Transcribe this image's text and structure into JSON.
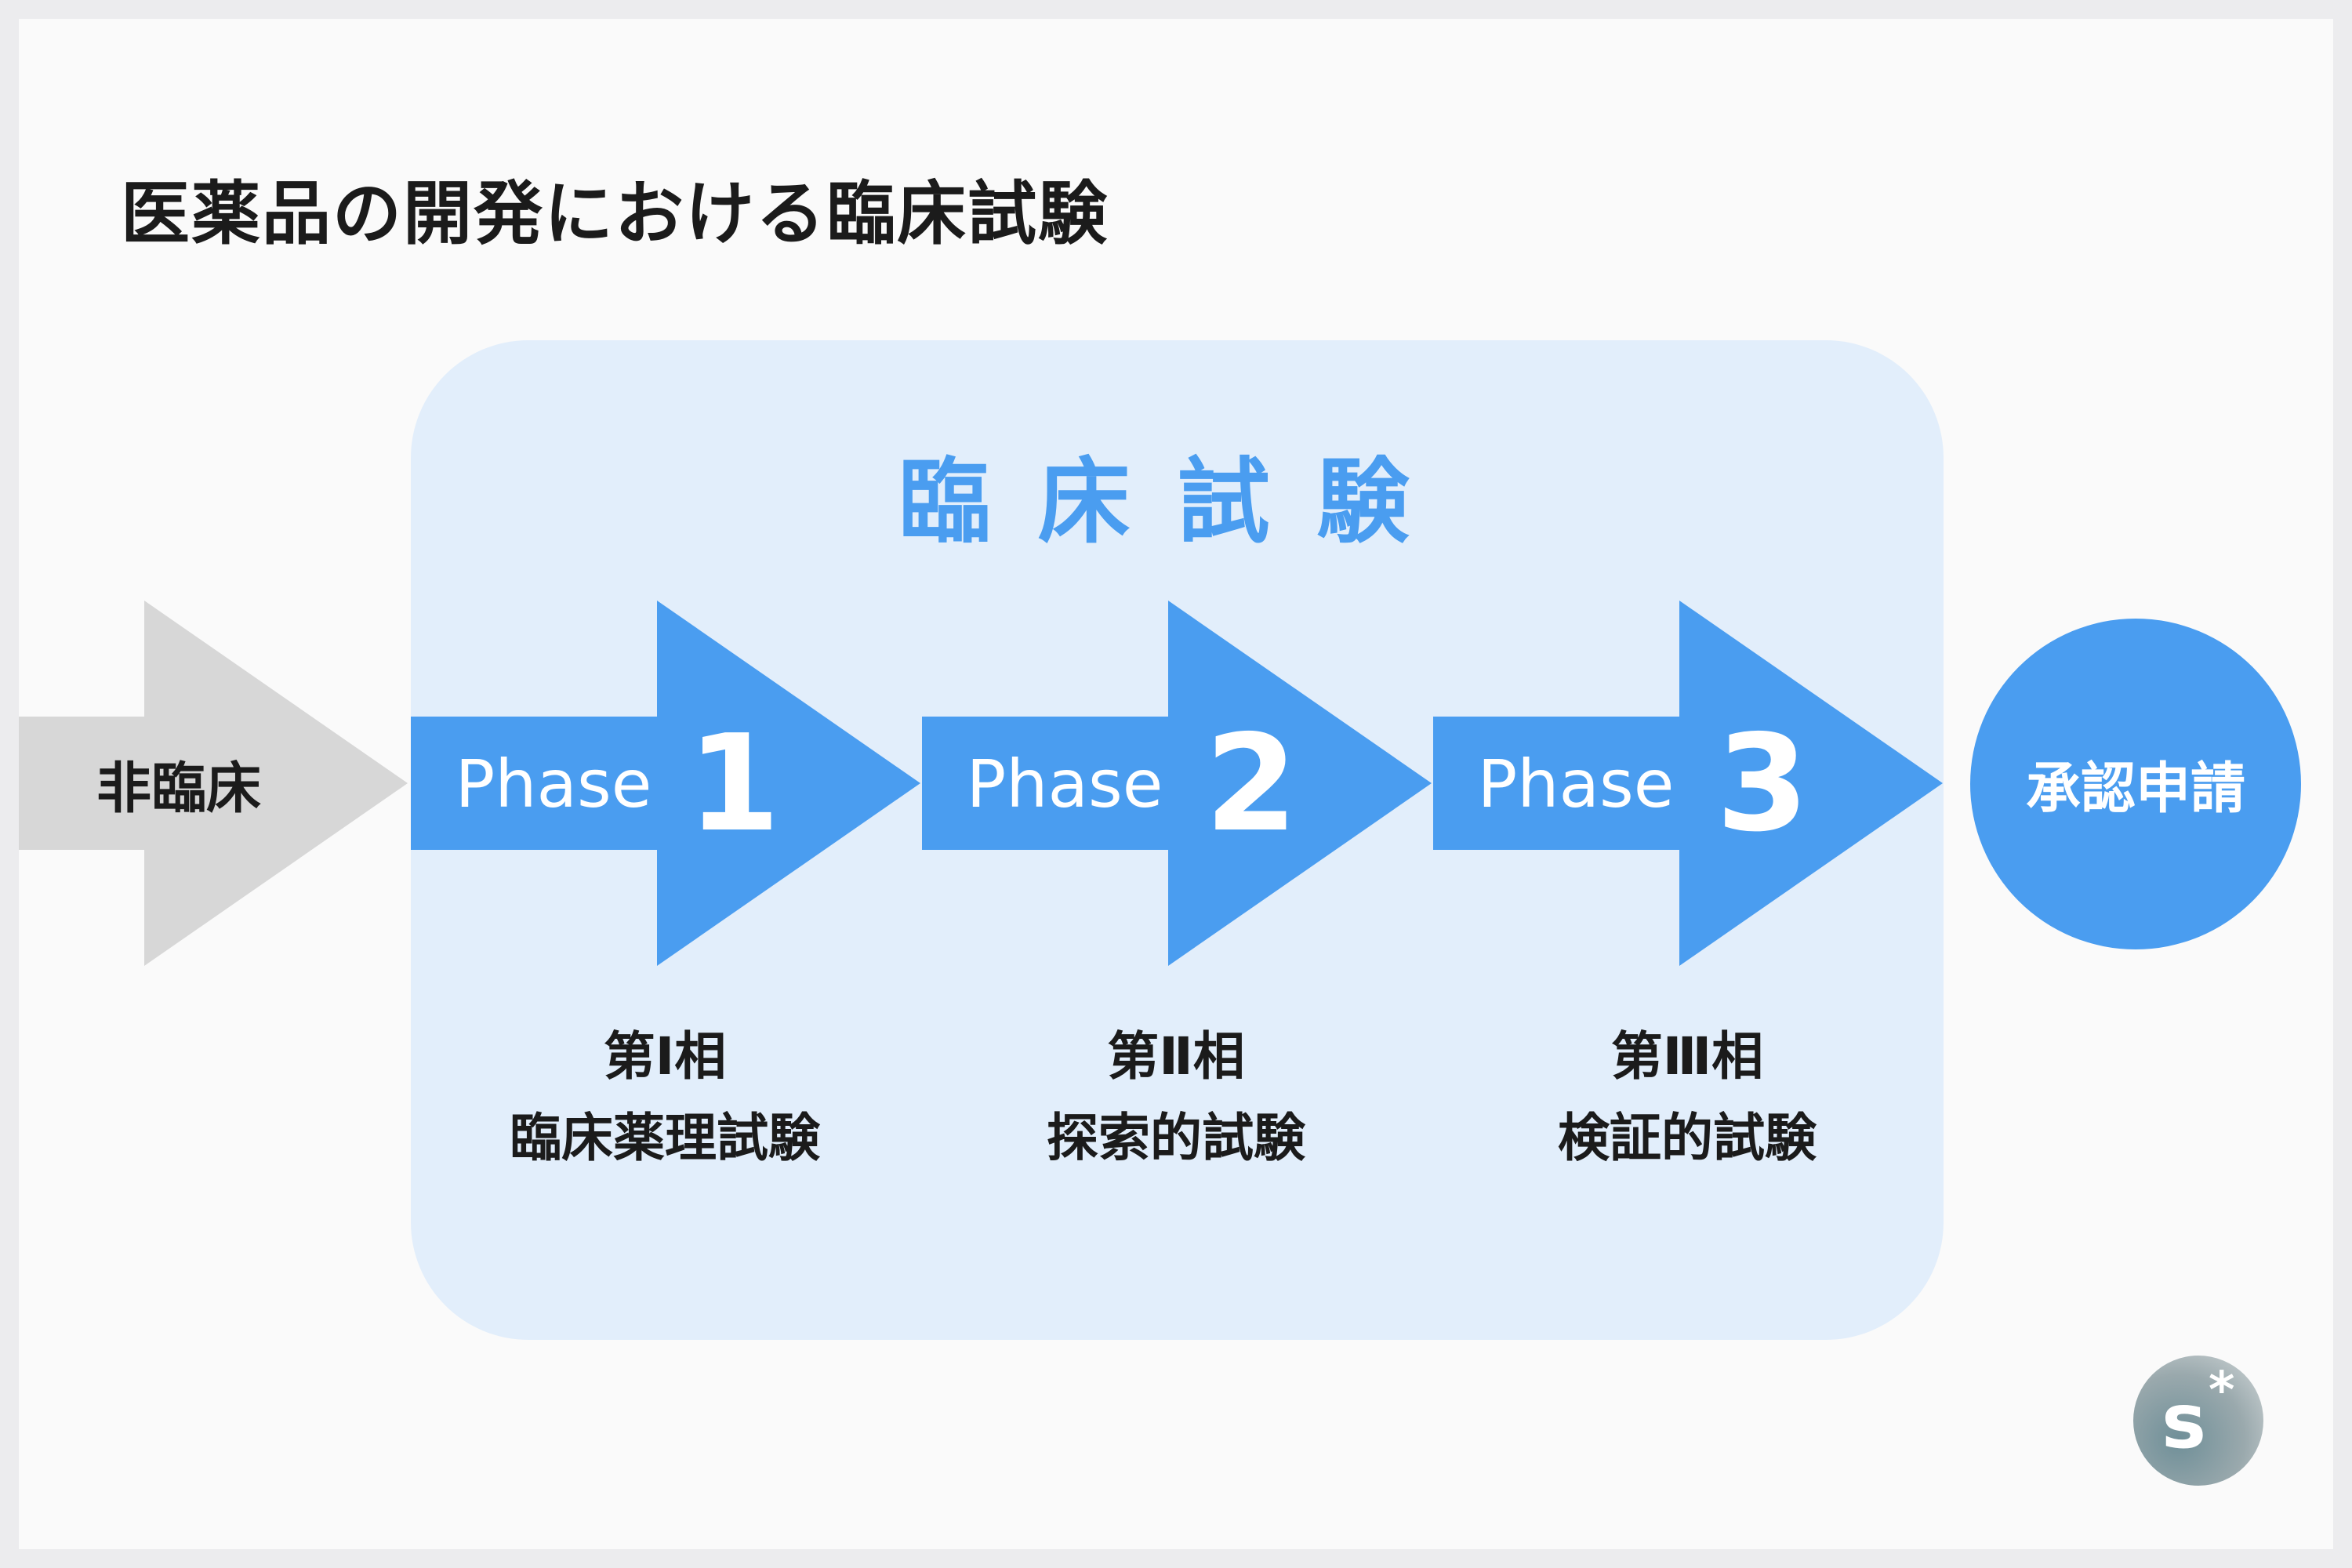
{
  "title": "医薬品の開発における臨床試験",
  "trial_heading": "臨床試験",
  "nonclinical": {
    "label": "非臨床"
  },
  "phases": [
    {
      "word": "Phase",
      "number": "1",
      "desc_line1": "第Ⅰ相",
      "desc_line2": "臨床薬理試験"
    },
    {
      "word": "Phase",
      "number": "2",
      "desc_line1": "第Ⅱ相",
      "desc_line2": "探索的試験"
    },
    {
      "word": "Phase",
      "number": "3",
      "desc_line1": "第Ⅲ相",
      "desc_line2": "検証的試験"
    }
  ],
  "approval": {
    "label": "承認申請"
  },
  "logo": {
    "text": "s*"
  },
  "colors": {
    "accent_blue": "#4a9df0",
    "panel_blue": "#e2eefb",
    "nonclinical_gray": "#d7d7d7",
    "text_dark": "#1b1b1b"
  }
}
